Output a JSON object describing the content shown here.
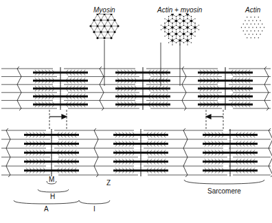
{
  "diagram": {
    "labels": [
      "Myosin",
      "Actin + myosin",
      "Actin",
      "M",
      "Z",
      "H",
      "A",
      "I",
      "Sarcomere"
    ]
  }
}
